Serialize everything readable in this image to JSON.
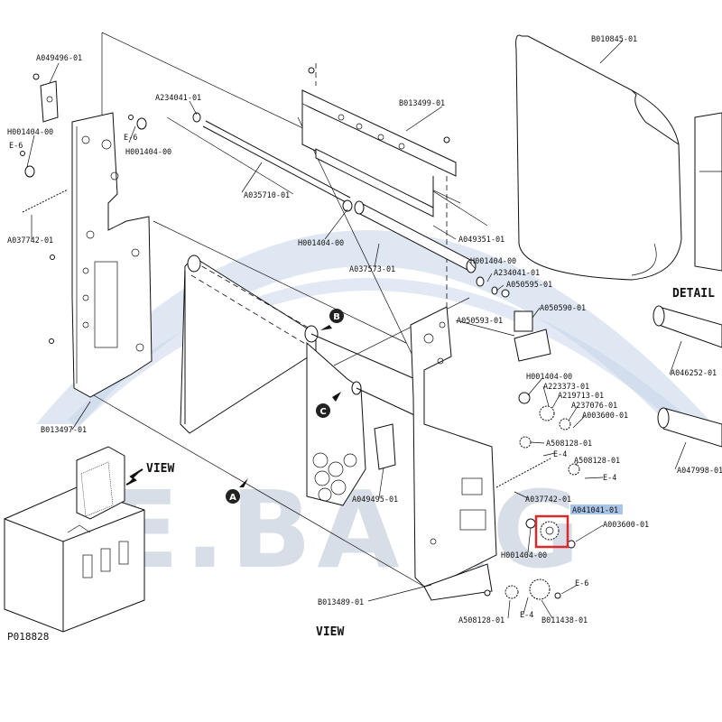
{
  "watermark": {
    "text": "E.BARG",
    "color": "#cfd6e2",
    "arc_color": "#c5d3ea"
  },
  "highlight": {
    "part": "A041041-01",
    "color": "#d9292a",
    "label_bg": "#a9c4e9"
  },
  "views": {
    "view_top": "VIEW",
    "view_bottom": "VIEW",
    "detail": "DETAIL"
  },
  "figure_id": "P018828",
  "callouts": {
    "a": "A",
    "b": "B",
    "c": "C"
  },
  "parts": {
    "A049496_01": "A049496-01",
    "H001404_00_a": "H001404-00",
    "E6_a": "E-6",
    "E6_b": "E-6",
    "H001404_00_b": "H001404-00",
    "A234041_01_a": "A234041-01",
    "A037742_01_a": "A037742-01",
    "A035710_01": "A035710-01",
    "H001404_00_c": "H001404-00",
    "A037573_01": "A037573-01",
    "B013499_01": "B013499-01",
    "A049351_01": "A049351-01",
    "H001404_00_d": "H001404-00",
    "A234041_01_b": "A234041-01",
    "A050595_01": "A050595-01",
    "A050593_01": "A050593-01",
    "A050590_01": "A050590-01",
    "H001404_00_e": "H001404-00",
    "A223373_01": "A223373-01",
    "A219713_01": "A219713-01",
    "A237076_01": "A237076-01",
    "A003600_01_a": "A003600-01",
    "A508128_01_a": "A508128-01",
    "E4_a": "E-4",
    "A508128_01_b": "A508128-01",
    "E4_b": "E-4",
    "A037742_01_b": "A037742-01",
    "A041041_01": "A041041-01",
    "A003600_01_b": "A003600-01",
    "H001404_00_f": "H001404-00",
    "B013497_01": "B013497-01",
    "A049495_01": "A049495-01",
    "B013489_01": "B013489-01",
    "E6_c": "E-6",
    "A508128_01_c": "A508128-01",
    "E4_c": "E-4",
    "B011438_01": "B011438-01",
    "B010845_01": "B010845-01",
    "A046252_01": "A046252-01",
    "A047998_01": "A047998-01"
  }
}
